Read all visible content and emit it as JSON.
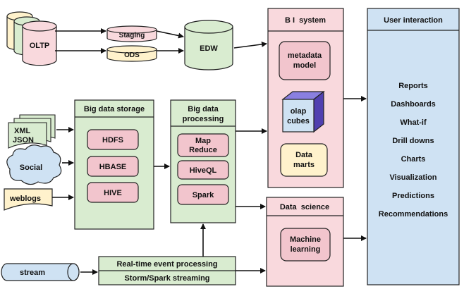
{
  "sources": {
    "oltp": "OLTP",
    "staging": "Staging",
    "ods": "ODS",
    "edw": "EDW",
    "xml_json_line1": "XML",
    "xml_json_line2": "JSON",
    "social": "Social",
    "weblogs": "weblogs",
    "stream": "stream"
  },
  "bi_system": {
    "title": "B I  system",
    "metadata_line1": "metadata",
    "metadata_line2": "model",
    "olap_line1": "olap",
    "olap_line2": "cubes",
    "marts_line1": "Data",
    "marts_line2": "marts"
  },
  "big_data_storage": {
    "title": "Big data storage",
    "items": [
      "HDFS",
      "HBASE",
      "HIVE"
    ]
  },
  "big_data_processing": {
    "title_line1": "Big data",
    "title_line2": "processing",
    "map_reduce_line1": "Map",
    "map_reduce_line2": "Reduce",
    "hiveql": "HiveQL",
    "spark": "Spark"
  },
  "data_science": {
    "title": "Data  science",
    "ml_line1": "Machine",
    "ml_line2": "learning"
  },
  "realtime": {
    "line1": "Real-time event processing",
    "line2": "Storm/Spark streaming"
  },
  "user_interaction": {
    "title": "User interaction",
    "items": [
      "Reports",
      "Dashboards",
      "What-if",
      "Drill downs",
      "Charts",
      "Visualization",
      "Predictions",
      "Recommendations"
    ]
  },
  "colors": {
    "pink_fill": "#f9d9dd",
    "pink_box": "#f2c5cd",
    "green_fill": "#d9ecd0",
    "blue_fill": "#cfe2f3",
    "yellow_fill": "#fff2cc",
    "purple_cube": "#6a5acd",
    "stroke": "#222222"
  }
}
